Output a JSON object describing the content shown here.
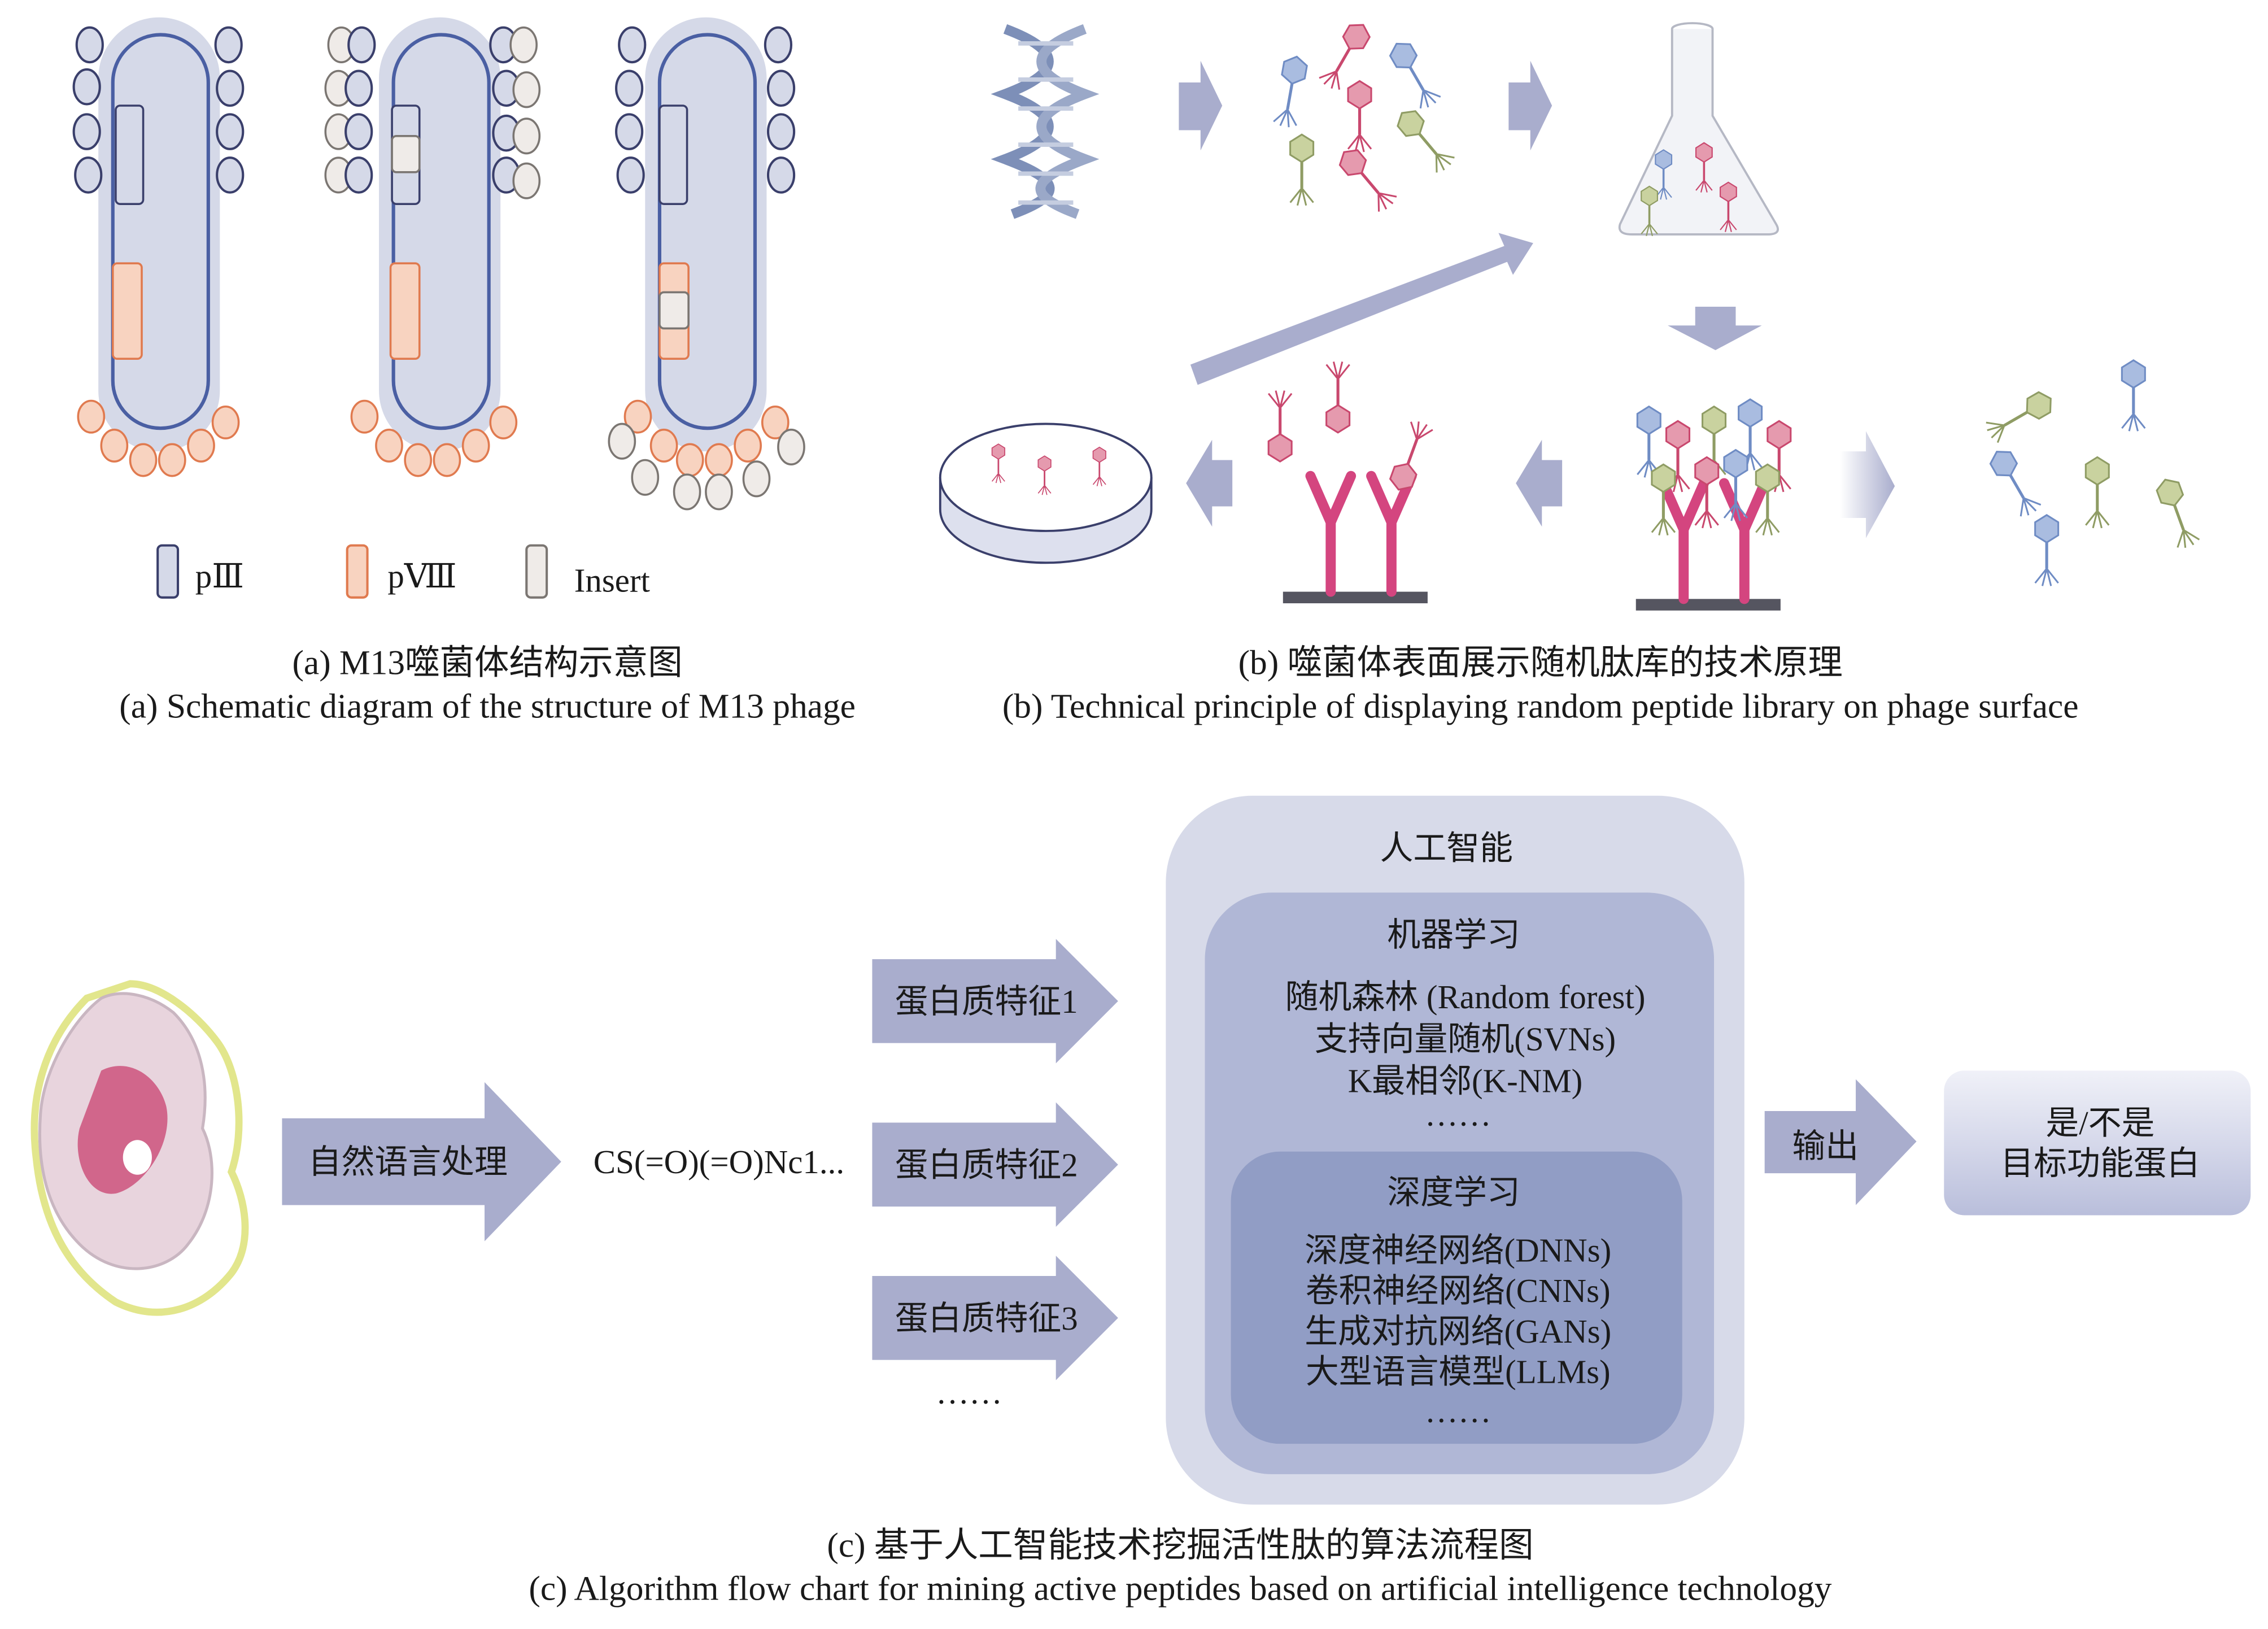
{
  "panel_a": {
    "legend": [
      {
        "label": "pⅢ",
        "fill": "#d5d9e8",
        "stroke": "#3a3f6b"
      },
      {
        "label": "pⅧ",
        "fill": "#f8d3c0",
        "stroke": "#e07a4f"
      },
      {
        "label": "Insert",
        "fill": "#efebe8",
        "stroke": "#7b7672"
      }
    ],
    "caption_cn": "(a) M13噬菌体结构示意图",
    "caption_en": "(a) Schematic diagram of the structure of M13 phage",
    "colors": {
      "capsule_fill": "#d5d9e8",
      "capsule_stroke": "#4a5fa3",
      "p3": "#3a3f6b",
      "p8": "#e07a4f",
      "insert": "#7b7672"
    }
  },
  "panel_b": {
    "caption_cn": "(b) 噬菌体表面展示随机肽库的技术原理",
    "caption_en": "(b) Technical principle of displaying random peptide library on phage surface",
    "steps": [
      "dna",
      "phage-library",
      "flask-amplification",
      "antibody-binding",
      "wash-unbound",
      "elution",
      "petri-dish"
    ],
    "colors": {
      "arrow": "#a9adcd",
      "phage_red": "#c9486e",
      "phage_blue": "#7c98cc",
      "phage_green": "#a4b27a",
      "antibody": "#d4457f",
      "plate": "#555560"
    }
  },
  "panel_c": {
    "nlp_label": "自然语言处理",
    "smiles": "CS(=O)(=O)Nc1...",
    "features": [
      "蛋白质特征1",
      "蛋白质特征2",
      "蛋白质特征3"
    ],
    "features_more": "……",
    "ai": {
      "title": "人工智能",
      "ml": {
        "title": "机器学习",
        "items": [
          "随机森林 (Random forest)",
          "支持向量随机(SVNs)",
          "K最相邻(K-NM)"
        ],
        "more": "……"
      },
      "dl": {
        "title": "深度学习",
        "items": [
          "深度神经网络(DNNs)",
          "卷积神经网络(CNNs)",
          "生成对抗网络(GANs)",
          "大型语言模型(LLMs)"
        ],
        "more": "……"
      }
    },
    "output_label": "输出",
    "result_line1": "是/不是",
    "result_line2": "目标功能蛋白",
    "caption_cn": "(c) 基于人工智能技术挖掘活性肽的算法流程图",
    "caption_en": "(c) Algorithm flow chart for mining active peptides based on artificial intelligence technology",
    "colors": {
      "arrow": "#a9adcd",
      "ai_outer": "#d7dae9",
      "ml_box": "#b0b7d6",
      "dl_box": "#919dc5",
      "result_box": "#c9cde3"
    }
  }
}
